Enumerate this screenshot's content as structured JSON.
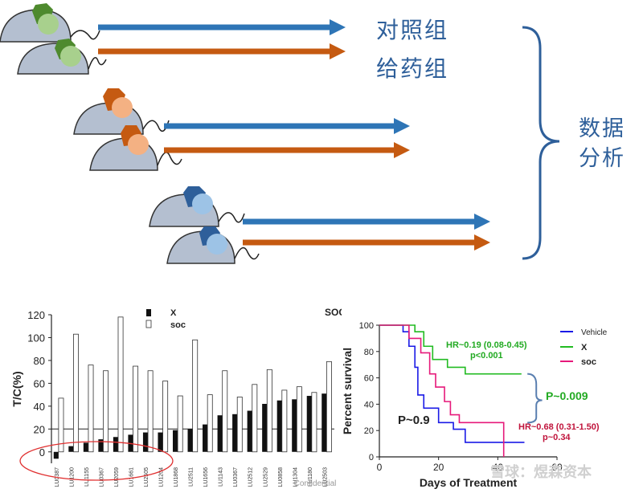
{
  "top": {
    "control_label": "对照组",
    "treatment_label": "给药组",
    "analysis_line1": "数据",
    "analysis_line2": "分析",
    "colors": {
      "control_arrow": "#2e75b6",
      "treatment_arrow": "#c55a11",
      "tumor_green": "#70ad47",
      "tumor_orange": "#e07a2e",
      "tumor_blue": "#4a90d9",
      "mouse_body": "#b4bfd0",
      "brace": "#2e5f9a"
    }
  },
  "chart_data": [
    {
      "type": "bar",
      "title": "",
      "ylabel": "T/C(%)",
      "ylim": [
        -10,
        120
      ],
      "yticks": [
        0,
        20,
        40,
        60,
        80,
        100,
        120
      ],
      "legend": [
        "X",
        "soc"
      ],
      "corner_label": "SOC",
      "watermark": "Confidential",
      "categories": [
        "LU0387",
        "LU1200",
        "LU1155",
        "LU0367",
        "LU2059",
        "LU1661",
        "LU2505",
        "LU1204",
        "LU1868",
        "LU2511",
        "LU1656",
        "LU1143",
        "LU0367",
        "LU2512",
        "LU2529",
        "LU0858",
        "LU1304",
        "LU1180",
        "LU2503"
      ],
      "series": [
        {
          "name": "X",
          "values": [
            -6,
            5,
            8,
            11,
            13,
            15,
            17,
            17,
            19,
            20,
            24,
            32,
            33,
            36,
            42,
            45,
            46,
            49,
            51
          ]
        },
        {
          "name": "soc",
          "values": [
            47,
            103,
            76,
            71,
            118,
            75,
            71,
            62,
            49,
            98,
            50,
            71,
            48,
            59,
            72,
            54,
            57,
            52,
            79
          ]
        }
      ]
    },
    {
      "type": "line",
      "title": "",
      "xlabel": "Days of Treatment",
      "ylabel": "Percent survival",
      "xlim": [
        0,
        60
      ],
      "ylim": [
        0,
        100
      ],
      "xticks": [
        0,
        20,
        40,
        60
      ],
      "yticks": [
        0,
        20,
        40,
        60,
        80,
        100
      ],
      "legend": [
        "Vehicle",
        "X",
        "soc"
      ],
      "series": [
        {
          "name": "Vehicle",
          "color": "#1a1ae6",
          "x": [
            0,
            8,
            10,
            12,
            13,
            15,
            20,
            25,
            29,
            49
          ],
          "y": [
            100,
            95,
            84,
            68,
            47,
            37,
            26,
            21,
            11,
            11
          ]
        },
        {
          "name": "X",
          "color": "#22bb22",
          "x": [
            0,
            12,
            15,
            18,
            23,
            29,
            48
          ],
          "y": [
            100,
            95,
            84,
            74,
            68,
            63,
            63
          ]
        },
        {
          "name": "soc",
          "color": "#e6197a",
          "x": [
            0,
            10,
            14,
            17,
            19,
            22,
            24,
            27,
            41,
            42
          ],
          "y": [
            100,
            90,
            79,
            63,
            53,
            42,
            32,
            26,
            26,
            0
          ]
        }
      ],
      "annotations": {
        "x_hr": "HR~0.19 (0.08-0.45)",
        "x_p": "p<0.001",
        "soc_hr": "HR~0.68 (0.31-1.50)",
        "soc_p": "p~0.34",
        "p_between": "P~0.009",
        "p_vehicle": "P~0.9"
      }
    }
  ],
  "watermark": "雪球：煜森资本"
}
